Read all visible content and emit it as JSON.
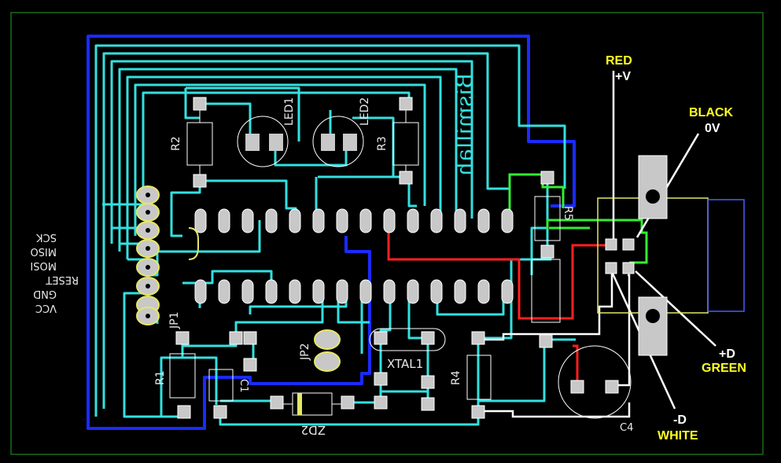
{
  "colors": {
    "background": "#000000",
    "trace_cyan": "#33e0e0",
    "trace_blue": "#1a2bff",
    "wire_red": "#ff2020",
    "wire_green": "#33ee33",
    "wire_white": "#ffffff",
    "silkscreen": "#e8e8e8",
    "pad": "#c8c8c8",
    "label_yellow": "#ffff22",
    "outline_yellow": "#e6e66a",
    "outline_blue": "#4a5cff"
  },
  "board": {
    "title_mirrored": "Bismillah"
  },
  "components": {
    "r2": "R2",
    "r3": "R3",
    "r1": "R1",
    "r4": "R4",
    "r5": "R5",
    "led1": "LED1",
    "led2": "LED2",
    "jp1": "JP1",
    "jp2": "JP2",
    "xtal1": "XTAL1",
    "zd2": "ZD2",
    "c4": "C4",
    "c1": "C1"
  },
  "isp_labels": [
    "SCK",
    "MISO",
    "MOSI",
    "RESET",
    "GND",
    "VCC"
  ],
  "wire_labels": {
    "red": "RED",
    "red_sub": "+V",
    "black": "BLACK",
    "black_sub": "0V",
    "plus_d": "+D",
    "green": "GREEN",
    "minus_d": "-D",
    "white": "WHITE"
  }
}
